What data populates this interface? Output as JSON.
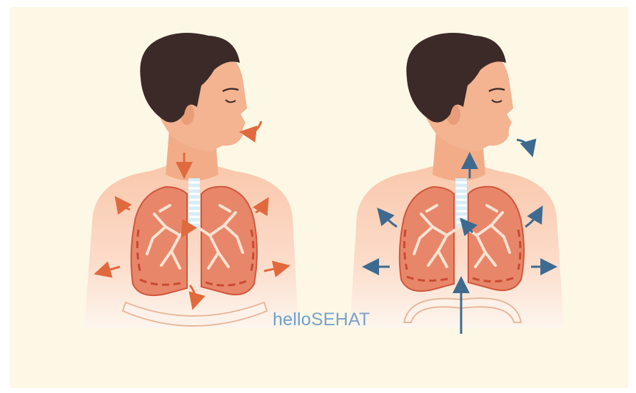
{
  "brand": {
    "logo_part1": "hello",
    "logo_part2": "SEHAT",
    "logo_color": "#6e9fce"
  },
  "figures": [
    {
      "name": "inhalation",
      "arrow_color": "#e06a3e"
    },
    {
      "name": "exhalation",
      "arrow_color": "#3f6a8f"
    }
  ],
  "colors": {
    "background": "#fdf8e6",
    "skin": "#f4b391",
    "hair": "#3b2a28",
    "lung": "#e8866a",
    "bronchi": "#fbe3d2",
    "trachea": "#d7ecf7"
  }
}
